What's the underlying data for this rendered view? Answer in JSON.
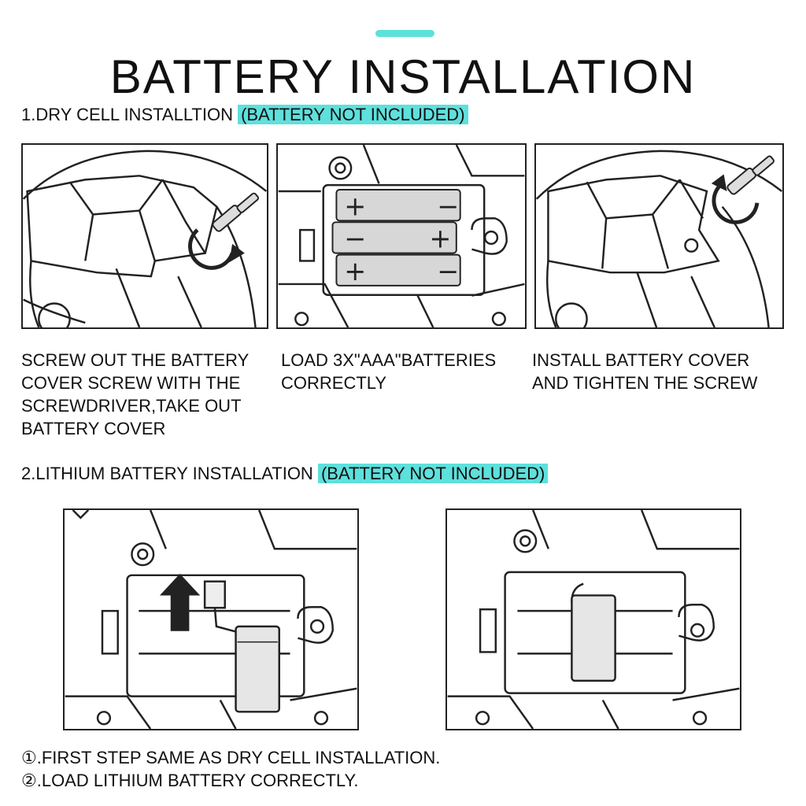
{
  "header": {
    "title": "BATTERY INSTALLATION",
    "accent_color": "#5ee0dc"
  },
  "section1": {
    "heading": "1.DRY CELL INSTALLTION",
    "highlight": "(BATTERY NOT INCLUDED)",
    "steps": [
      {
        "caption": "SCREW OUT THE BATTERY\nCOVER SCREW WITH THE\nSCREWDRIVER,TAKE OUT\nBATTERY COVER",
        "icon": "screwdriver-unscrew-icon"
      },
      {
        "caption": "LOAD 3X\"AAA\"BATTERIES\nCORRECTLY",
        "icon": "aaa-battery-icon"
      },
      {
        "caption": "INSTALL BATTERY COVER\nAND TIGHTEN THE SCREW",
        "icon": "screwdriver-tighten-icon"
      }
    ],
    "battery_symbols": {
      "plus": "+",
      "minus": "−"
    }
  },
  "section2": {
    "heading": "2.LITHIUM BATTERY INSTALLATION",
    "highlight": "(BATTERY NOT INCLUDED)",
    "notes": [
      "①.FIRST STEP SAME AS DRY CELL INSTALLATION.",
      "②.LOAD LITHIUM BATTERY CORRECTLY."
    ],
    "icons": [
      "up-arrow-icon",
      "lithium-battery-icon"
    ]
  }
}
